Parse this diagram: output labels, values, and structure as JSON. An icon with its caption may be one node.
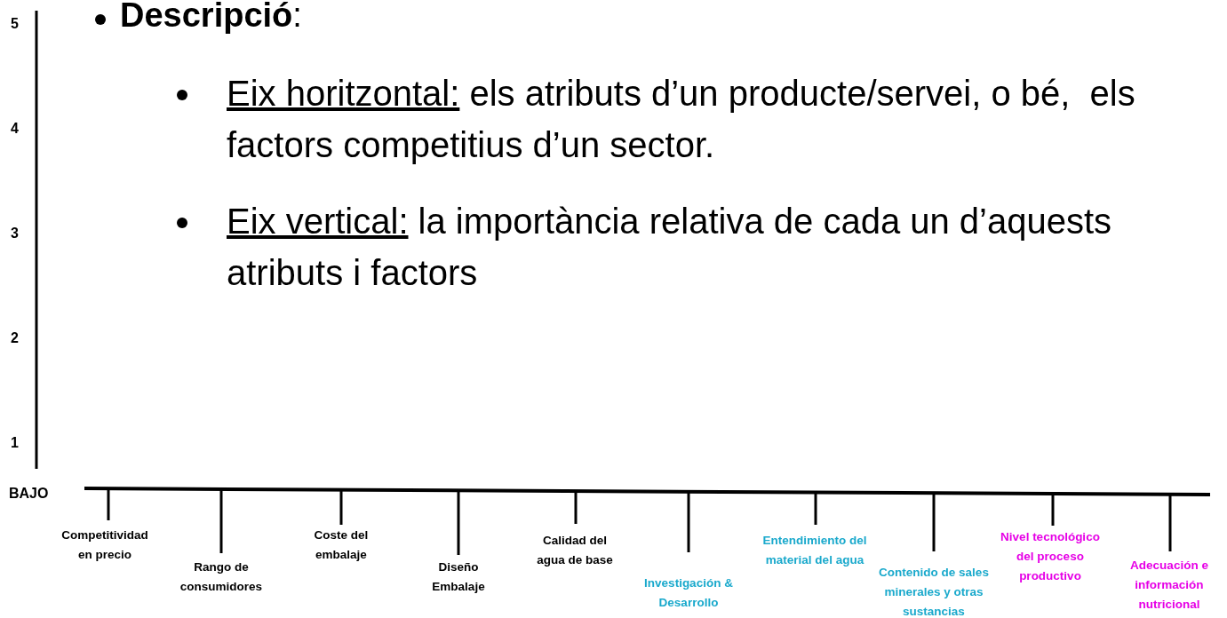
{
  "diagram": {
    "title": "**Descripció**:",
    "labels": [
      "Eix horitzontal: els atributs d’un producte/servei, o bé,  els factors competitius d’un sector.",
      "Eix vertical: la importància relativa de cada un d’aquests atributs i factors",
      "5",
      "4",
      "3",
      "2",
      "1",
      "BAJO",
      "Competitividad en precio",
      "Rango de consumidores",
      "Coste del embalaje",
      "Diseño Embalaje",
      "Calidad del agua de base",
      "Investigación & Desarrollo",
      "Entendimiento del material del agua",
      "Contenido de sales minerales y otras sustancias",
      "Nivel tecnológico del proceso productivo",
      "Adecuación e información nutricional"
    ]
  }
}
